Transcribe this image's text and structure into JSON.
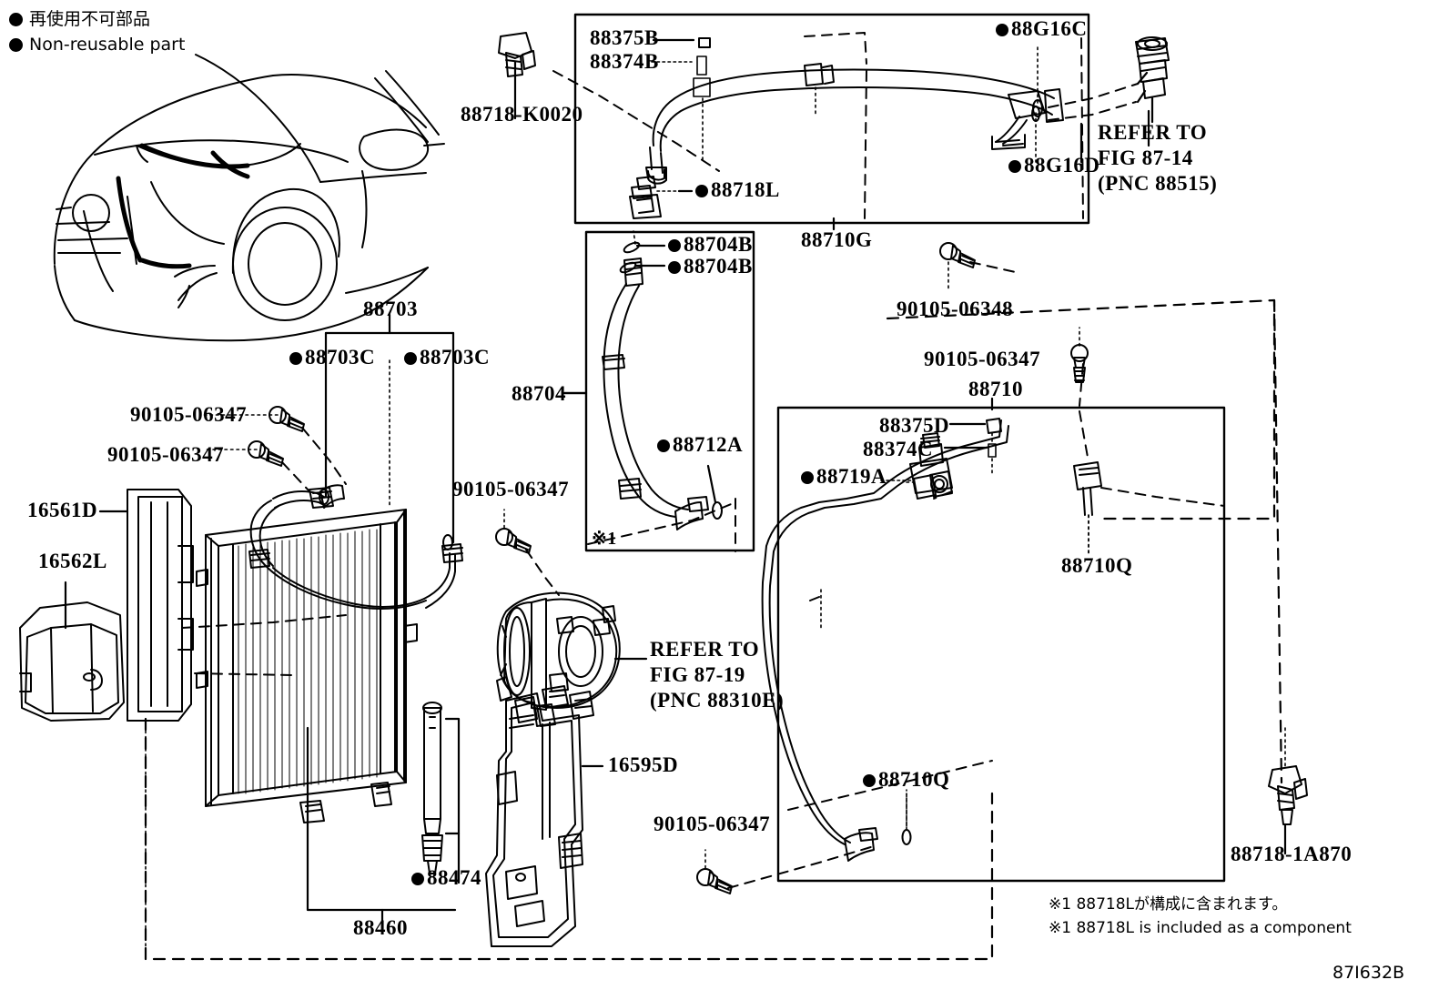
{
  "diagram": {
    "id_code": "87I632B",
    "title": "Toyota A/C Piping and Condenser Assembly Parts Diagram",
    "legend": {
      "japanese": "再使用不可部品",
      "english": "Non-reusable part",
      "marker": "filled-circle"
    },
    "footnotes": [
      "※1 88718Lが構成に含まれます。",
      "※1 88718L is included as a component"
    ],
    "note_marker": "※1"
  },
  "labels": {
    "p88375B": "88375B",
    "p88374B": "88374B",
    "p88718_K0020": "88718-K0020",
    "p88718L": "88718L",
    "p88G16C": "88G16C",
    "p88G16D": "88G16D",
    "p88710G": "88710G",
    "p88704B_1": "88704B",
    "p88704B_2": "88704B",
    "p88704": "88704",
    "p88712A": "88712A",
    "p88703": "88703",
    "p88703C_1": "88703C",
    "p88703C_2": "88703C",
    "p90105_06347_a": "90105-06347",
    "p90105_06347_b": "90105-06347",
    "p90105_06347_c": "90105-06347",
    "p90105_06347_d": "90105-06347",
    "p90105_06347_e": "90105-06347",
    "p90105_06348": "90105-06348",
    "p16561D": "16561D",
    "p16562L": "16562L",
    "p16595D": "16595D",
    "p88474": "88474",
    "p88460": "88460",
    "p88710": "88710",
    "p88375D": "88375D",
    "p88374C": "88374C",
    "p88719A": "88719A",
    "p88710Q_1": "88710Q",
    "p88710Q_2": "88710Q",
    "p88718_1A870": "88718-1A870"
  },
  "refer_blocks": {
    "fig87_14": {
      "line1": "REFER TO",
      "line2": "FIG 87-14",
      "line3": "(PNC 88515)"
    },
    "fig87_19": {
      "line1": "REFER TO",
      "line2": "FIG 87-19",
      "line3": "(PNC 88310E)"
    }
  },
  "colors": {
    "ink": "#000000",
    "paper": "#ffffff"
  }
}
